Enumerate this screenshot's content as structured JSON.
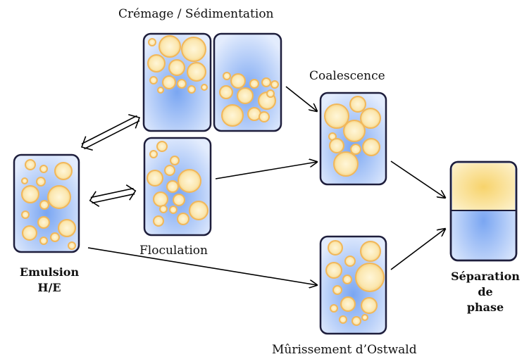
{
  "labels": {
    "creaming": "Crémage / Sédimentation",
    "coalescence": "Coalescence",
    "flocculation": "Floculation",
    "ostwald": "Mûrissement d’Ostwald",
    "emulsion_1": "Emulsion",
    "emulsion_2": "H/E",
    "separation_1": "Séparation",
    "separation_2": "de",
    "separation_3": "phase"
  },
  "colors": {
    "droplet_center": "#fff6d8",
    "droplet_edge": "#f6d486",
    "droplet_stroke": "#f1b75a",
    "water_center": "#7aa6f2",
    "water_edge": "#e3ecfd",
    "oil_center": "#f7d36b",
    "oil_edge": "#fdf2cf",
    "frame": "#1e1e3c"
  }
}
